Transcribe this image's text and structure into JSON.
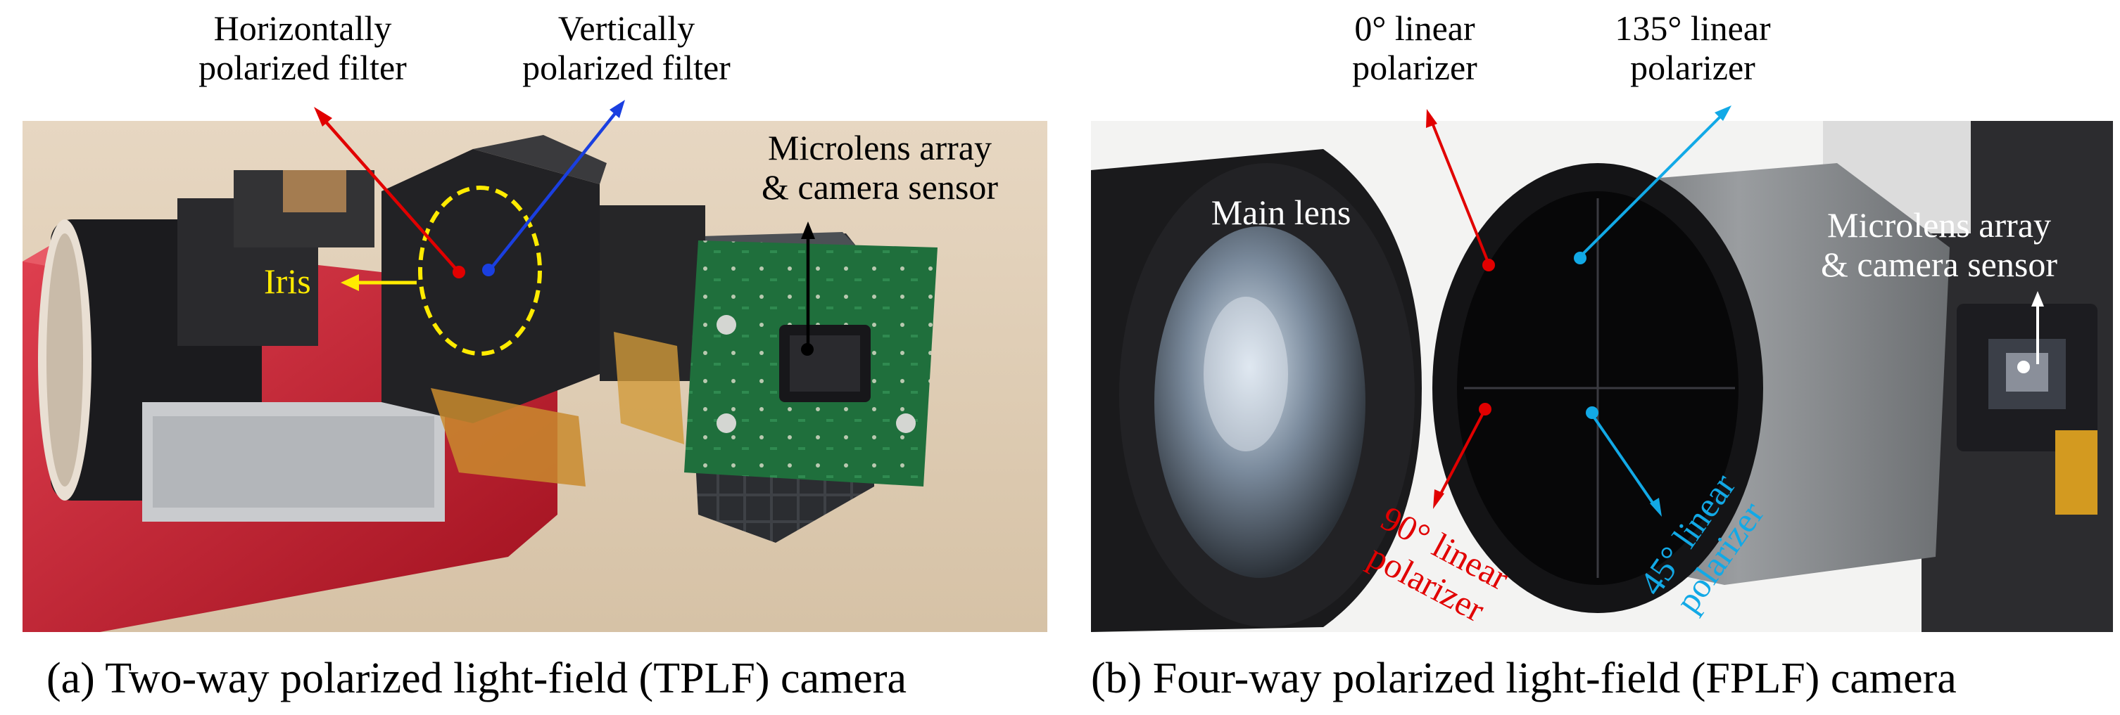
{
  "panel_a": {
    "caption": "(a)  Two-way polarized light-field (TPLF) camera",
    "labels": {
      "horizontal_filter": [
        "Horizontally",
        "polarized filter"
      ],
      "vertical_filter": [
        "Vertically",
        "polarized filter"
      ],
      "microlens": [
        "Microlens array",
        "& camera sensor"
      ],
      "iris": "Iris"
    },
    "colors": {
      "horizontal": "#e10000",
      "vertical": "#1a3fe0",
      "iris": "#ffeb00",
      "sensor": "#000000"
    }
  },
  "panel_b": {
    "caption": "(b)  Four-way polarized light-field (FPLF) camera",
    "labels": {
      "pol_0": [
        "0° linear",
        "polarizer"
      ],
      "pol_135": [
        "135° linear",
        "polarizer"
      ],
      "main_lens": "Main lens",
      "microlens": [
        "Microlens array",
        "& camera sensor"
      ],
      "pol_90": [
        "90° linear",
        "polarizer"
      ],
      "pol_45": [
        "45° linear",
        "polarizer"
      ]
    },
    "colors": {
      "red": "#e10000",
      "blue": "#12a9e6",
      "white": "#ffffff"
    }
  }
}
